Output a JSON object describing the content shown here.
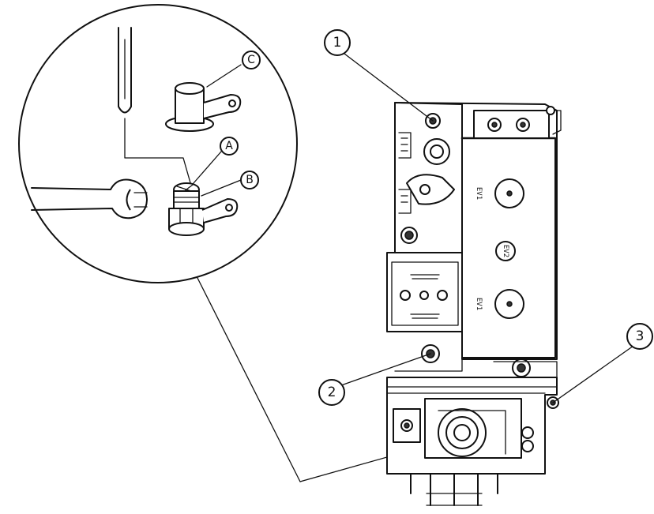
{
  "callouts": {
    "c1": "1",
    "c2": "2",
    "c3": "3"
  },
  "detail_labels": {
    "a": "A",
    "b": "B",
    "c": "C"
  },
  "valve_markings": {
    "mark_upper": "EV1",
    "mark_middle": "EV2",
    "mark_lower": "EV1"
  },
  "colors": {
    "ink": "#111111",
    "paper": "#ffffff"
  },
  "icons": {
    "screwdriver": "screwdriver-icon",
    "wrench": "wrench-icon"
  }
}
